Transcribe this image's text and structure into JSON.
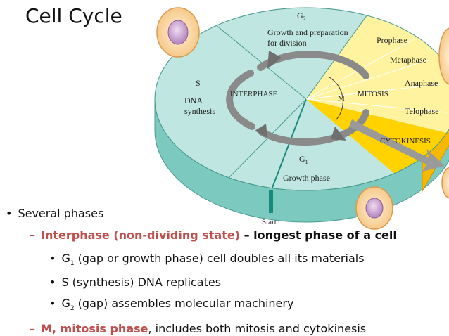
{
  "title": "Cell Cycle",
  "diagram": {
    "g2": {
      "name": "G",
      "sub": "2",
      "line1": "Growth and preparation",
      "line2": "for division"
    },
    "s": {
      "name": "S",
      "line1": "DNA",
      "line2": "synthesis"
    },
    "g1": {
      "name": "G",
      "sub": "1",
      "label": "Growth phase"
    },
    "interphase": "INTERPHASE",
    "mitosis": "MITOSIS",
    "m": "M",
    "prophase": "Prophase",
    "metaphase": "Metaphase",
    "anaphase": "Anaphase",
    "telophase": "Telophase",
    "cytokinesis": "CYTOKINESIS",
    "start": "Start",
    "colors": {
      "interphase_top": "#bfe6e0",
      "interphase_side": "#7cc9c0",
      "mitosis": "#fff3a0",
      "cytokinesis": "#ffd200",
      "arrow": "#8a8a8a",
      "accent": "#c0504d"
    }
  },
  "bullets": {
    "b1": "Several phases",
    "b2_red": "Interphase (non-dividing state)",
    "b2_rest": " – longest phase of a cell",
    "g1_pre": "G",
    "g1_sub": "1",
    "g1_rest": " (gap or growth phase) cell doubles all its materials",
    "s_text": "S (synthesis) DNA replicates",
    "g2_pre": "G",
    "g2_sub": "2",
    "g2_rest": " (gap) assembles molecular machinery",
    "m_red": "M, mitosis phase",
    "m_rest": ", includes both mitosis and cytokinesis"
  }
}
